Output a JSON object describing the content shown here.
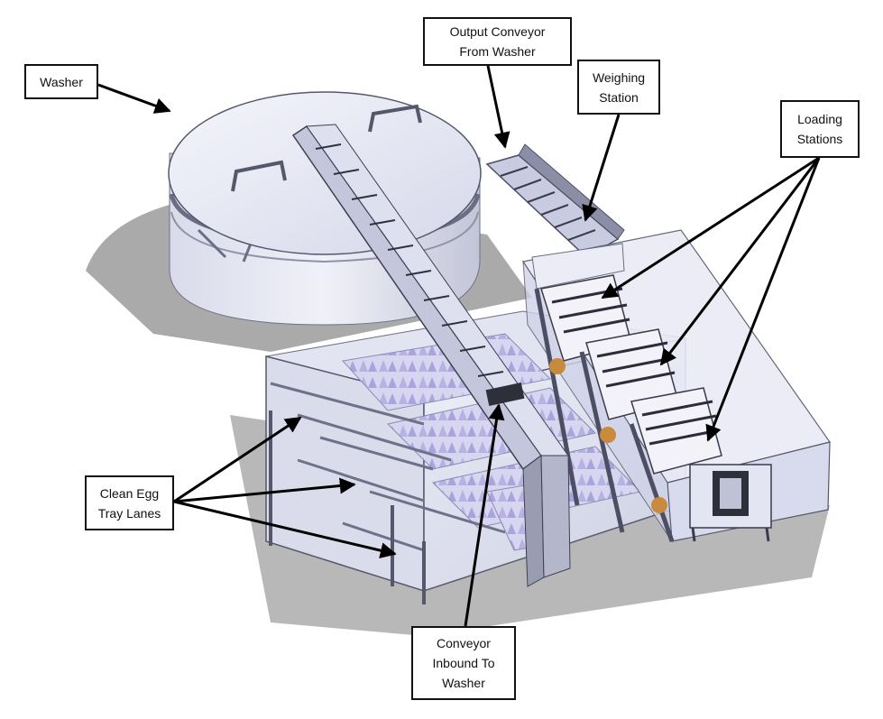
{
  "labels": {
    "washer": "Washer",
    "output_conveyor": [
      "Output Conveyor",
      "From Washer"
    ],
    "weighing_station": [
      "Weighing",
      "Station"
    ],
    "loading_stations": [
      "Loading",
      "Stations"
    ],
    "clean_egg_tray_lanes": [
      "Clean Egg",
      "Tray Lanes"
    ],
    "conveyor_inbound": [
      "Conveyor",
      "Inbound To",
      "Washer"
    ]
  },
  "colors": {
    "metal": "#b9bccf",
    "metal_dark": "#55586a",
    "glass": "#dfe1f2",
    "egg_tray": "#c9c7ea",
    "egg": "#c88a3c",
    "shadow": "#8a8a8a",
    "arrow": "#000000"
  }
}
